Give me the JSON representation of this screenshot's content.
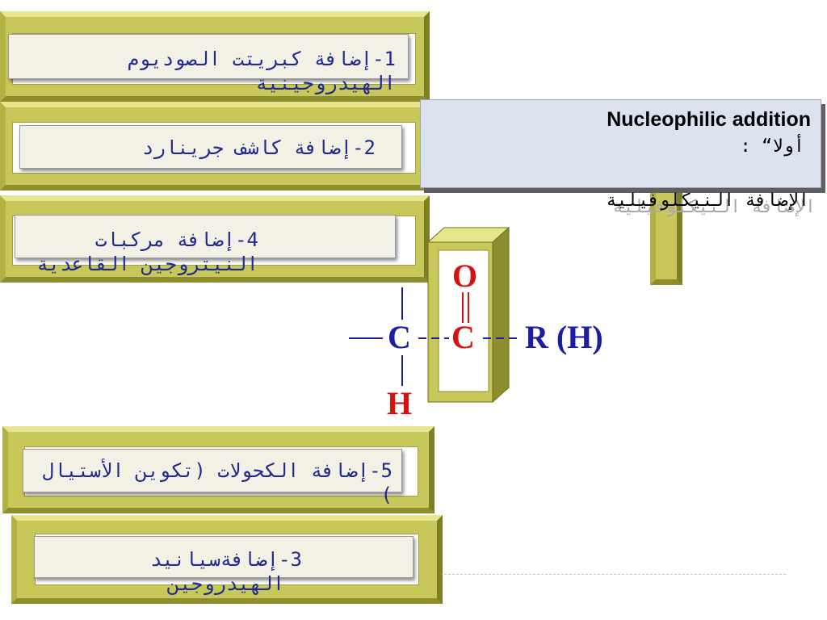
{
  "title": {
    "english": "Nucleophilic addition",
    "arabic_line1": "أولا“  :",
    "arabic_line2": "الإضافة النيكلوفيلية"
  },
  "boxes": [
    {
      "id": "1",
      "text": "1-إضافة كبريتت الصوديوم الهيدروجينية"
    },
    {
      "id": "2",
      "text": "2-إضافة كاشف جرينارد"
    },
    {
      "id": "4",
      "text": "4-إضافة مركبات النيتروجين القاعدية"
    },
    {
      "id": "5",
      "text": "5-إضافة الكحولات (تكوين الأستيال )"
    },
    {
      "id": "3",
      "text": "3-إضافةسيانيد الهيدروجين"
    }
  ],
  "structure": {
    "oxygen": "O",
    "carbonyl_carbon": "C",
    "alpha_carbon": "C",
    "hydrogen": "H",
    "substituent": "R (H)"
  },
  "colors": {
    "frame": "#c8c85a",
    "label_text": "#1f2a8c",
    "red_atoms": "#d81010",
    "blue_atoms": "#1b1ea0",
    "title_bg": "#dce3ee"
  }
}
